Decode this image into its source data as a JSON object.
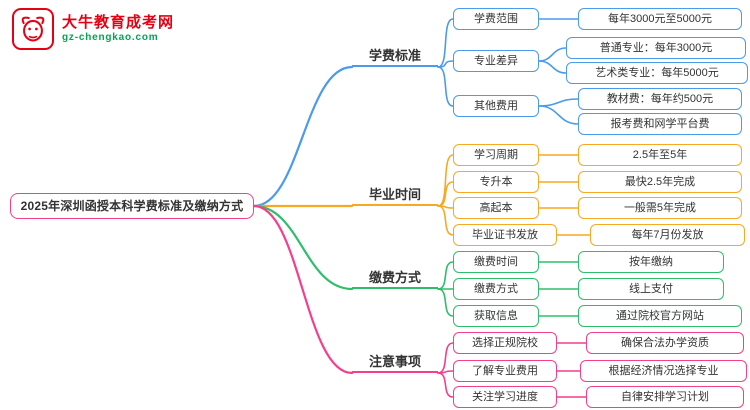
{
  "logo": {
    "title": "大牛教育成考网",
    "url": "gz-chengkao.com",
    "icon": "bull-icon",
    "title_color": "#E60012",
    "url_color": "#00A651"
  },
  "root": {
    "label": "2025年深圳函授本科学费标准及缴纳方式",
    "color": "#F43F8C"
  },
  "branches": [
    {
      "label": "学费标准",
      "color": "#4B9BEA",
      "children": [
        {
          "label": "学费范围",
          "leaves": [
            "每年3000元至5000元"
          ]
        },
        {
          "label": "专业差异",
          "leaves": [
            "普通专业：每年3000元",
            "艺术类专业：每年5000元"
          ]
        },
        {
          "label": "其他费用",
          "leaves": [
            "教材费：每年约500元",
            "报考费和网学平台费"
          ]
        }
      ]
    },
    {
      "label": "毕业时间",
      "color": "#F7A924",
      "children": [
        {
          "label": "学习周期",
          "leaves": [
            "2.5年至5年"
          ]
        },
        {
          "label": "专升本",
          "leaves": [
            "最快2.5年完成"
          ]
        },
        {
          "label": "高起本",
          "leaves": [
            "一般需5年完成"
          ]
        },
        {
          "label": "毕业证书发放",
          "leaves": [
            "每年7月份发放"
          ]
        }
      ]
    },
    {
      "label": "缴费方式",
      "color": "#2EBE6B",
      "children": [
        {
          "label": "缴费时间",
          "leaves": [
            "按年缴纳"
          ]
        },
        {
          "label": "缴费方式",
          "leaves": [
            "线上支付"
          ]
        },
        {
          "label": "获取信息",
          "leaves": [
            "通过院校官方网站"
          ]
        }
      ]
    },
    {
      "label": "注意事项",
      "color": "#F43F8C",
      "children": [
        {
          "label": "选择正规院校",
          "leaves": [
            "确保合法办学资质"
          ]
        },
        {
          "label": "了解专业费用",
          "leaves": [
            "根据经济情况选择专业"
          ]
        },
        {
          "label": "关注学习进度",
          "leaves": [
            "自律安排学习计划"
          ]
        }
      ]
    }
  ]
}
